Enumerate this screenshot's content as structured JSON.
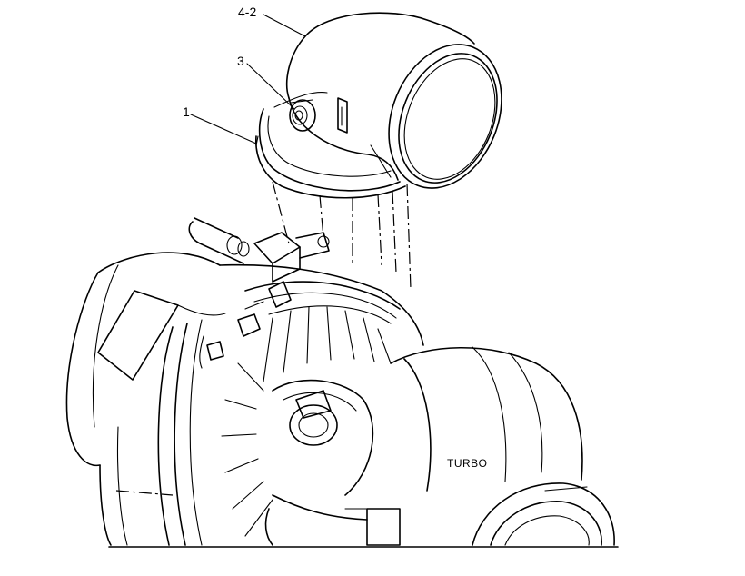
{
  "callouts": {
    "part_4_2": "4-2",
    "part_3": "3",
    "part_1": "1"
  },
  "body_label": "TURBO",
  "colors": {
    "ink": "#000000",
    "paper": "#ffffff"
  }
}
